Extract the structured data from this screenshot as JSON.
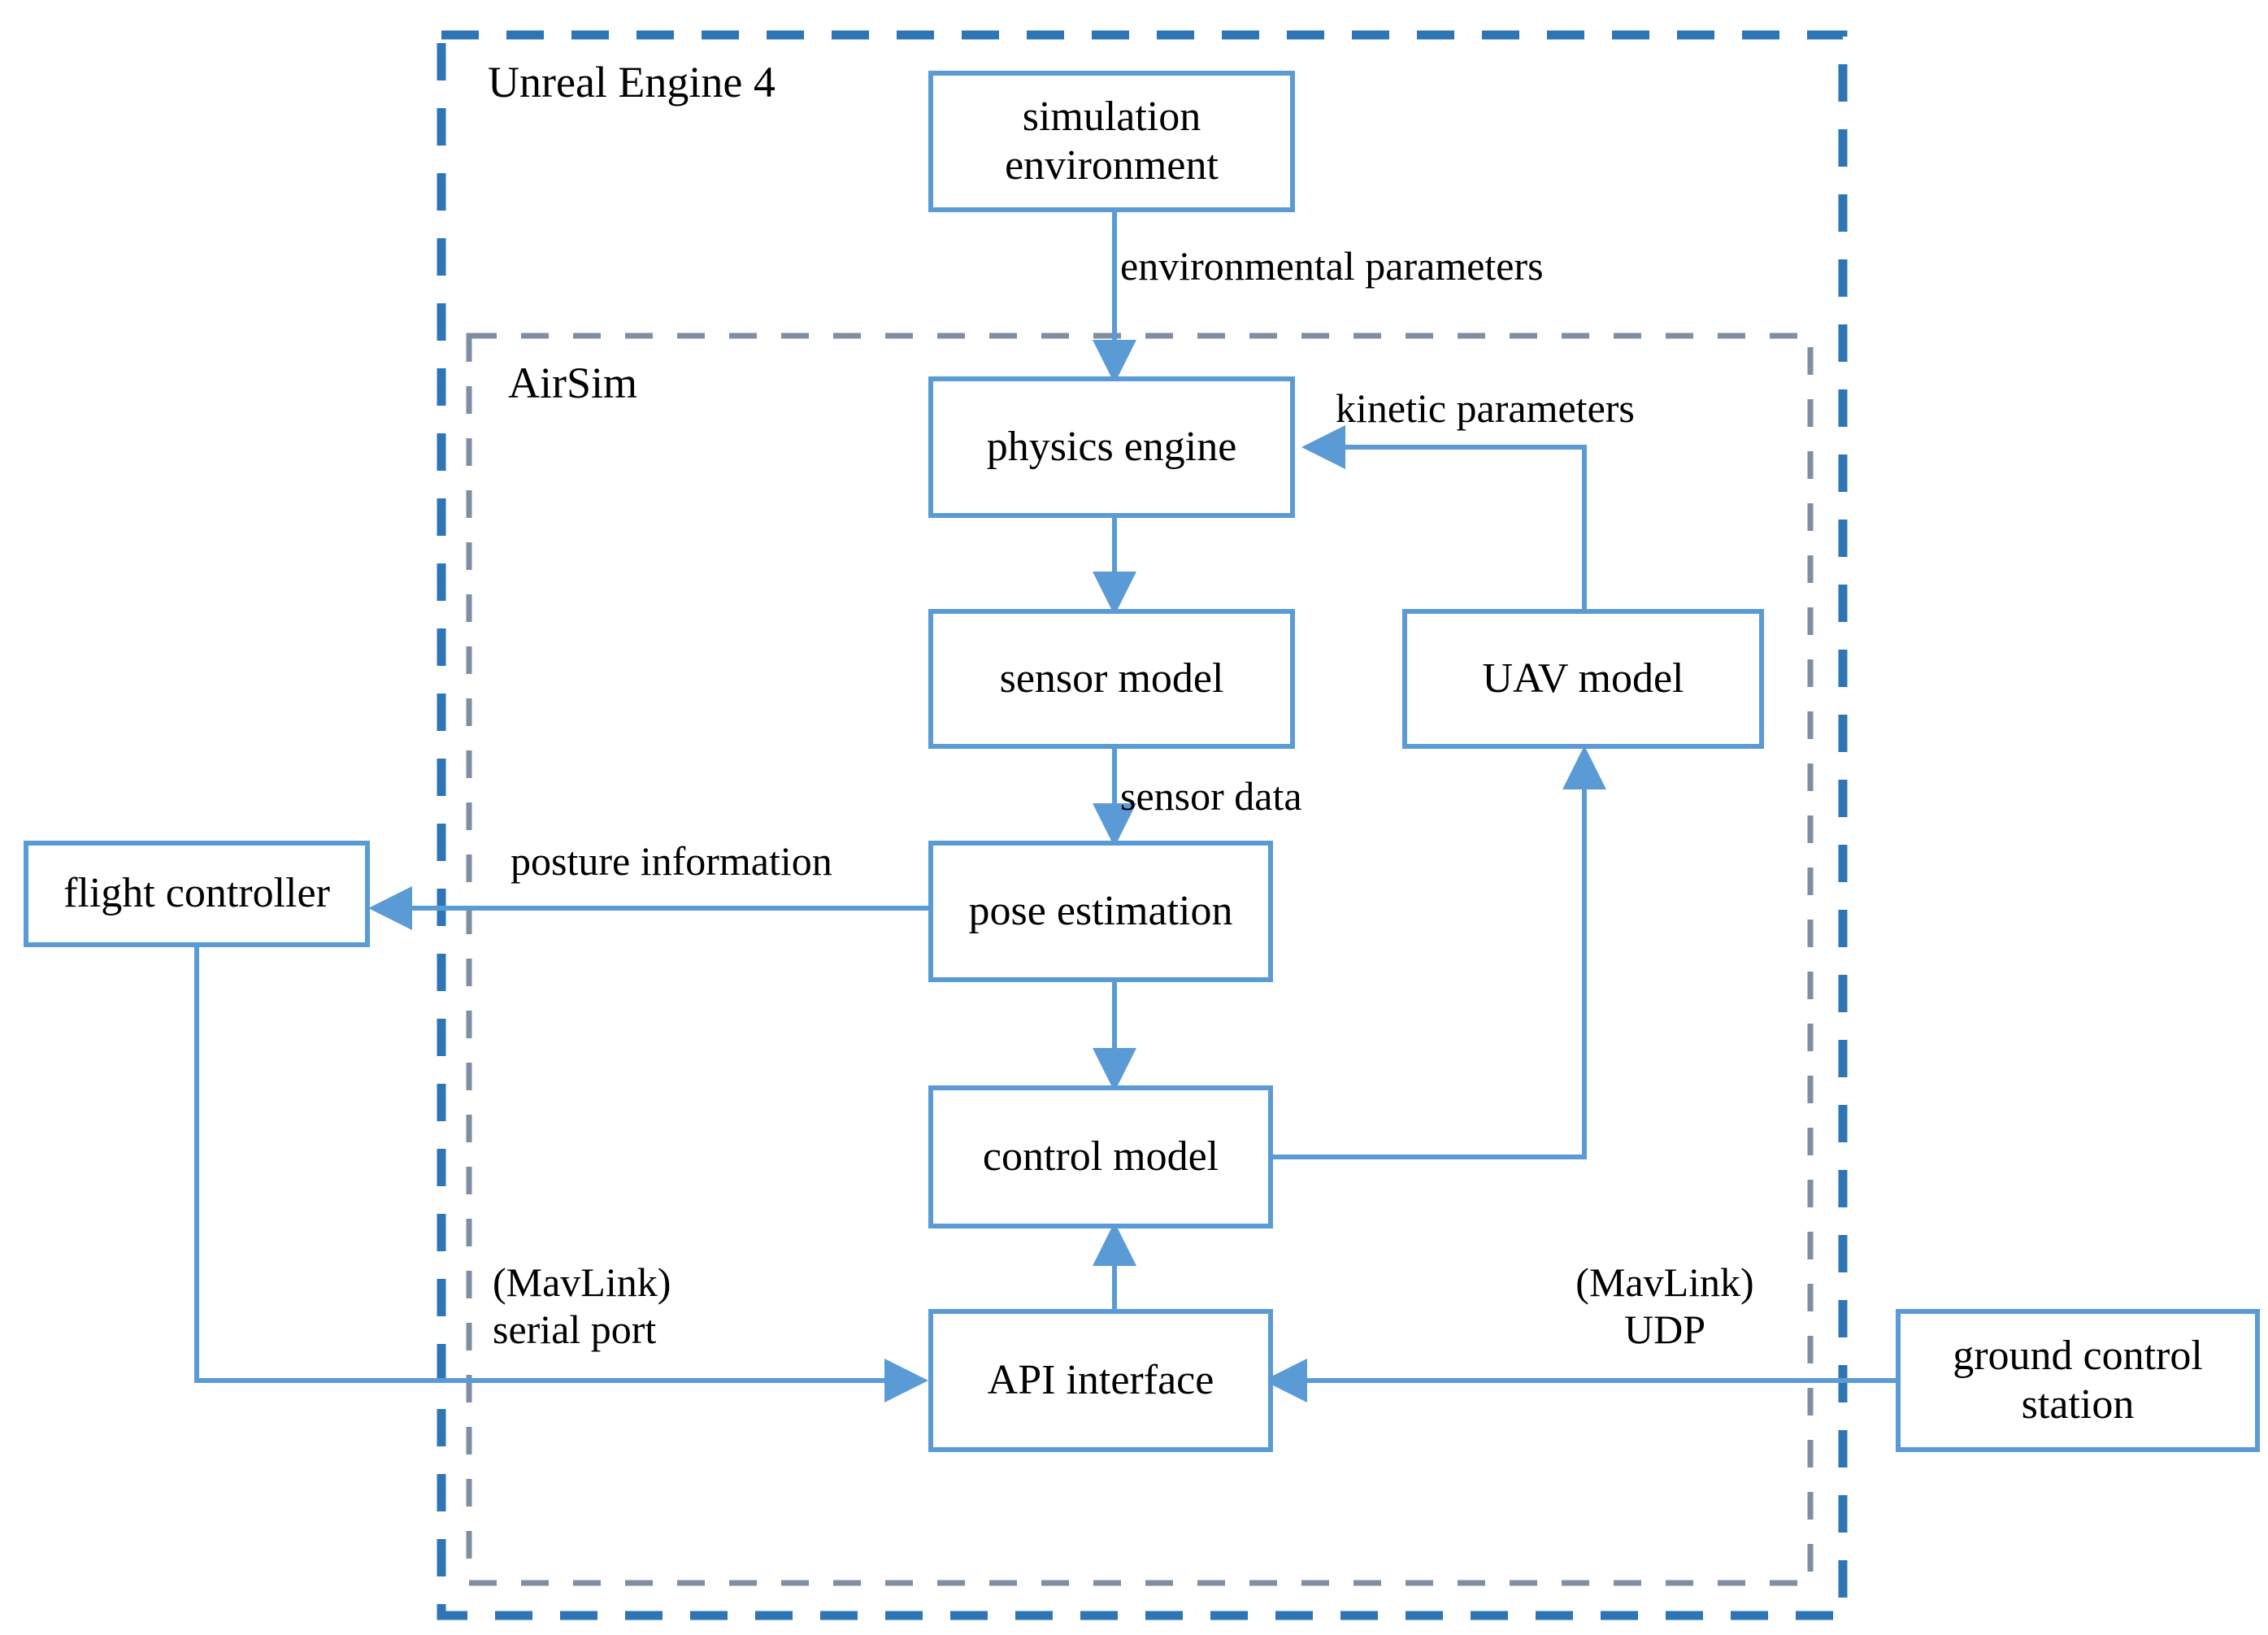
{
  "diagram": {
    "title_groups": [
      {
        "id": "unreal-engine-4",
        "label": "Unreal Engine 4"
      },
      {
        "id": "airsim",
        "label": "AirSim"
      }
    ],
    "nodes": [
      {
        "id": "simulation-environment",
        "label": "simulation\nenvironment"
      },
      {
        "id": "physics-engine",
        "label": "physics engine"
      },
      {
        "id": "sensor-model",
        "label": "sensor model"
      },
      {
        "id": "uav-model",
        "label": "UAV model"
      },
      {
        "id": "pose-estimation",
        "label": "pose estimation"
      },
      {
        "id": "control-model",
        "label": "control model"
      },
      {
        "id": "api-interface",
        "label": "API interface"
      },
      {
        "id": "flight-controller",
        "label": "flight controller"
      },
      {
        "id": "ground-control-station",
        "label": "ground control\nstation"
      }
    ],
    "edge_labels": [
      {
        "id": "environmental-parameters",
        "label": "environmental parameters"
      },
      {
        "id": "kinetic-parameters",
        "label": "kinetic parameters"
      },
      {
        "id": "sensor-data",
        "label": "sensor data"
      },
      {
        "id": "posture-information",
        "label": "posture information"
      },
      {
        "id": "mavlink-serial-port",
        "label": "(MavLink)\nserial port"
      },
      {
        "id": "mavlink-udp",
        "label": "(MavLink)\nUDP"
      }
    ],
    "edges": [
      {
        "from": "simulation-environment",
        "to": "physics-engine",
        "label": "environmental parameters"
      },
      {
        "from": "physics-engine",
        "to": "sensor-model",
        "label": ""
      },
      {
        "from": "sensor-model",
        "to": "pose-estimation",
        "label": "sensor data"
      },
      {
        "from": "pose-estimation",
        "to": "flight-controller",
        "label": "posture information"
      },
      {
        "from": "pose-estimation",
        "to": "control-model",
        "label": ""
      },
      {
        "from": "control-model",
        "to": "uav-model",
        "label": ""
      },
      {
        "from": "uav-model",
        "to": "physics-engine",
        "label": "kinetic parameters"
      },
      {
        "from": "api-interface",
        "to": "control-model",
        "label": ""
      },
      {
        "from": "flight-controller",
        "to": "api-interface",
        "label": "(MavLink) serial port"
      },
      {
        "from": "ground-control-station",
        "to": "api-interface",
        "label": "(MavLink) UDP"
      }
    ],
    "colors": {
      "node_stroke": "#5B9BD5",
      "connector": "#5B9BD5",
      "outer_group_dash": "#2E75B6",
      "inner_group_dash": "#7F8EA3",
      "node_fill": "#FFFFFF",
      "text": "#000000",
      "background": "#FFFFFF"
    }
  }
}
